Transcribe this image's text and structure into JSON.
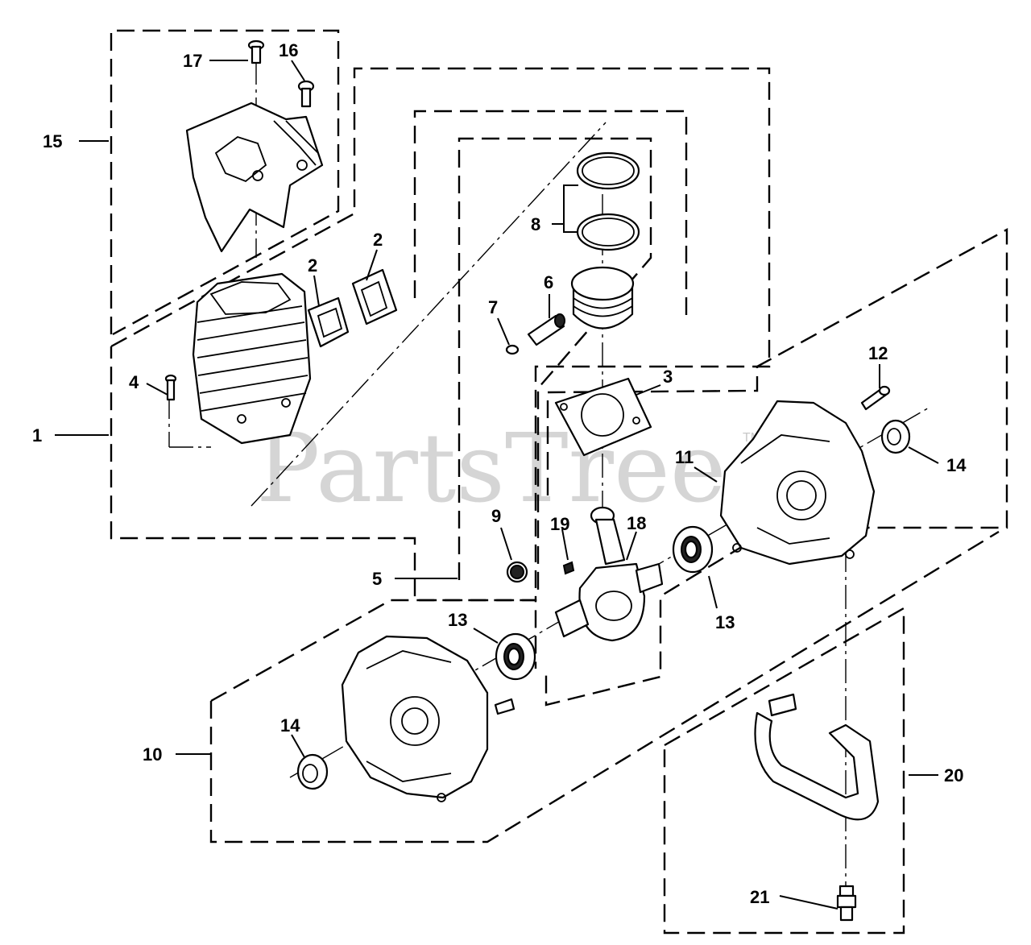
{
  "watermark": {
    "text": "PartsTree",
    "trademark": "TM"
  },
  "callouts": {
    "c1": "1",
    "c2a": "2",
    "c2b": "2",
    "c3": "3",
    "c4": "4",
    "c5": "5",
    "c6": "6",
    "c7": "7",
    "c8": "8",
    "c9": "9",
    "c10": "10",
    "c11": "11",
    "c12": "12",
    "c13a": "13",
    "c13b": "13",
    "c14a": "14",
    "c14b": "14",
    "c15": "15",
    "c16": "16",
    "c17": "17",
    "c18": "18",
    "c19": "19",
    "c20": "20",
    "c21": "21"
  }
}
